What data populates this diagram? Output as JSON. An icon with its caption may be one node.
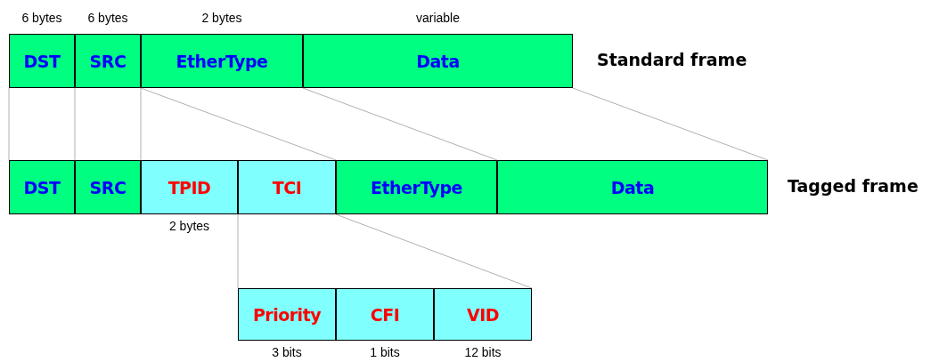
{
  "diagram": {
    "nodes": [
      {
        "text": [
          "DST"
        ],
        "beside": [
          "6 bytes"
        ]
      },
      {
        "text": [
          "SRC"
        ],
        "beside": [
          "6 bytes"
        ]
      },
      {
        "text": [
          "EtherType"
        ],
        "beside": [
          "2 bytes"
        ]
      },
      {
        "text": [
          "Data"
        ],
        "beside": [
          "variable"
        ]
      },
      {
        "text": [
          "DST"
        ]
      },
      {
        "text": [
          "SRC"
        ]
      },
      {
        "text": [
          "TPID"
        ],
        "beside": [
          "2 bytes"
        ]
      },
      {
        "text": [
          "TCI"
        ]
      },
      {
        "text": [
          "EtherType"
        ]
      },
      {
        "text": [
          "Data"
        ]
      },
      {
        "text": [
          "Priority"
        ],
        "beside": [
          "3 bits"
        ]
      },
      {
        "text": [
          "CFI"
        ],
        "beside": [
          "1 bits"
        ]
      },
      {
        "text": [
          "VID"
        ],
        "beside": [
          "12 bits"
        ]
      }
    ],
    "labels": [
      "Standard frame",
      "Tagged frame"
    ]
  }
}
